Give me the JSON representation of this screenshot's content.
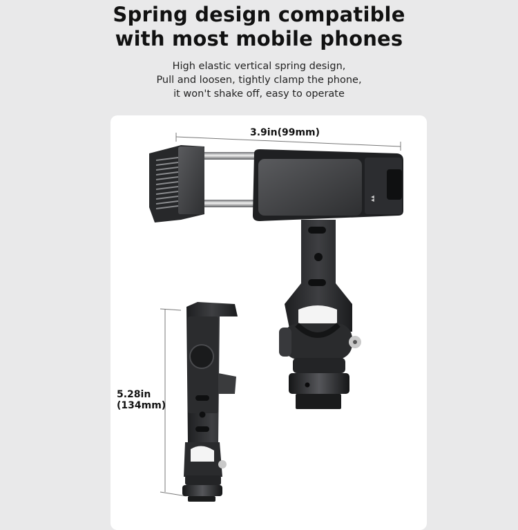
{
  "header": {
    "title_line1": "Spring design compatible",
    "title_line2": "with most mobile phones",
    "subtitle_line1": "High elastic vertical spring design,",
    "subtitle_line2": "Pull and loosen, tightly clamp the phone,",
    "subtitle_line3": "it won't shake off, easy to operate"
  },
  "dimensions": {
    "width_label": "3.9in(99mm)",
    "height_label_line1": "5.28in",
    "height_label_line2": "(134mm)"
  },
  "product": {
    "name": "phone-clamp-mount",
    "views": [
      "front-view-clamp-extended",
      "side-view-clamp"
    ]
  },
  "colors": {
    "background": "#e9e9ea",
    "card": "#ffffff",
    "metal_dark": "#2a2b2d",
    "metal_mid": "#4a4b4e",
    "dimension_line": "#777777"
  }
}
